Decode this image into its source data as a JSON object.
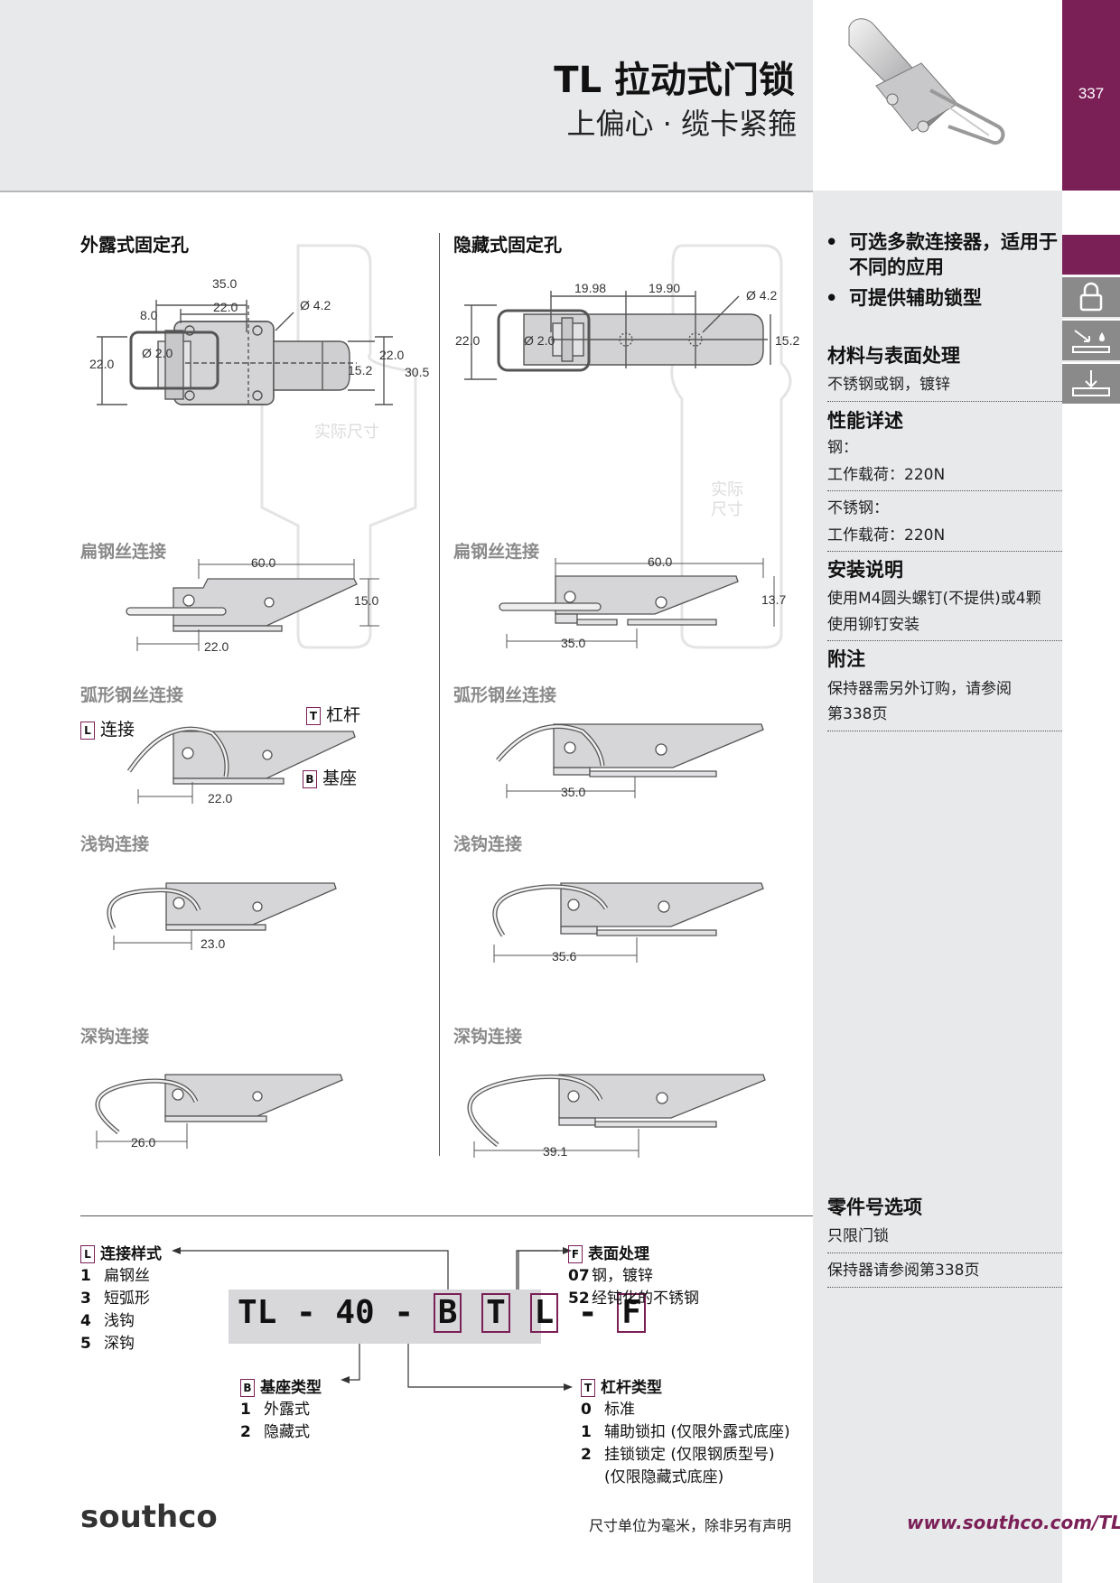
{
  "header": {
    "title": "TL 拉动式门锁",
    "subtitle": "上偏心 · 缆卡紧箍",
    "page_number": "337"
  },
  "left_column": {
    "main_title": "外露式固定孔",
    "actual_size_label": "实际尺寸",
    "sections": [
      {
        "title": "扁钢丝连接",
        "dim_width": "60.0",
        "dim_height": "15.0",
        "dim_base": "22.0"
      },
      {
        "title": "弧形钢丝连接",
        "dim_base": "22.0",
        "label_L": "L",
        "label_L_text": "连接",
        "label_T": "T",
        "label_T_text": "杠杆",
        "label_B": "B",
        "label_B_text": "基座"
      },
      {
        "title": "浅钩连接",
        "dim_base": "23.0"
      },
      {
        "title": "深钩连接",
        "dim_base": "26.0"
      }
    ],
    "top_dims": {
      "d1": "35.0",
      "d2": "8.0",
      "d3": "22.0",
      "d4": "Ø 4.2",
      "d5": "Ø 2.0",
      "d6": "22.0",
      "d7": "22.0",
      "d8": "15.2",
      "d9": "30.5"
    }
  },
  "right_column": {
    "main_title": "隐藏式固定孔",
    "actual_size_label": "实际\n尺寸",
    "sections": [
      {
        "title": "扁钢丝连接",
        "dim_width": "60.0",
        "dim_height": "13.7",
        "dim_base": "35.0"
      },
      {
        "title": "弧形钢丝连接",
        "dim_base": "35.0"
      },
      {
        "title": "浅钩连接",
        "dim_base": "35.6"
      },
      {
        "title": "深钩连接",
        "dim_base": "39.1"
      }
    ],
    "top_dims": {
      "d1": "19.98",
      "d2": "19.90",
      "d3": "Ø 4.2",
      "d4": "22.0",
      "d5": "Ø 2.0",
      "d6": "15.2"
    }
  },
  "sidebar": {
    "bullets": [
      "可选多款连接器，适用于不同的应用",
      "可提供辅助锁型"
    ],
    "material_title": "材料与表面处理",
    "material_text": "不锈钢或钢，镀锌",
    "performance_title": "性能详述",
    "steel_label": "钢：",
    "steel_load": "工作载荷：220N",
    "stainless_label": "不锈钢：",
    "stainless_load": "工作载荷：220N",
    "install_title": "安装说明",
    "install_text_1": "使用M4圆头螺钉(不提供)或4颗",
    "install_text_2": "使用铆钉安装",
    "note_title": "附注",
    "note_text_1": "保持器需另外订购，请参阅",
    "note_text_2": "第338页",
    "parts_title": "零件号选项",
    "parts_text_1": "只限门锁",
    "parts_text_2": "保持器请参阅第338页"
  },
  "part_number": {
    "prefix": "TL - 40 -",
    "box_B": "B",
    "box_T": "T",
    "box_L": "L",
    "dash": "-",
    "box_F": "F",
    "L_key": "L",
    "L_title": "连接样式",
    "L_options": [
      [
        "1",
        "扁钢丝"
      ],
      [
        "3",
        "短弧形"
      ],
      [
        "4",
        "浅钩"
      ],
      [
        "5",
        "深钩"
      ]
    ],
    "F_key": "F",
    "F_title": "表面处理",
    "F_options": [
      [
        "07",
        "钢，镀锌"
      ],
      [
        "52",
        "经钝化的不锈钢"
      ]
    ],
    "B_key": "B",
    "B_title": "基座类型",
    "B_options": [
      [
        "1",
        "外露式"
      ],
      [
        "2",
        "隐藏式"
      ]
    ],
    "T_key": "T",
    "T_title": "杠杆类型",
    "T_options": [
      [
        "0",
        "标准"
      ],
      [
        "1",
        "辅助锁扣 (仅限外露式底座)"
      ],
      [
        "2",
        "挂锁锁定 (仅限钢质型号)"
      ],
      [
        "",
        "(仅限隐藏式底座)"
      ]
    ]
  },
  "footer": {
    "logo": "southco",
    "note": "尺寸单位为毫米，除非另有声明",
    "url": "www.southco.com/TL"
  },
  "colors": {
    "accent": "#7b1f57",
    "panel": "#e8e9eb"
  },
  "icons": [
    "lock-icon",
    "finish-icon",
    "install-icon"
  ]
}
